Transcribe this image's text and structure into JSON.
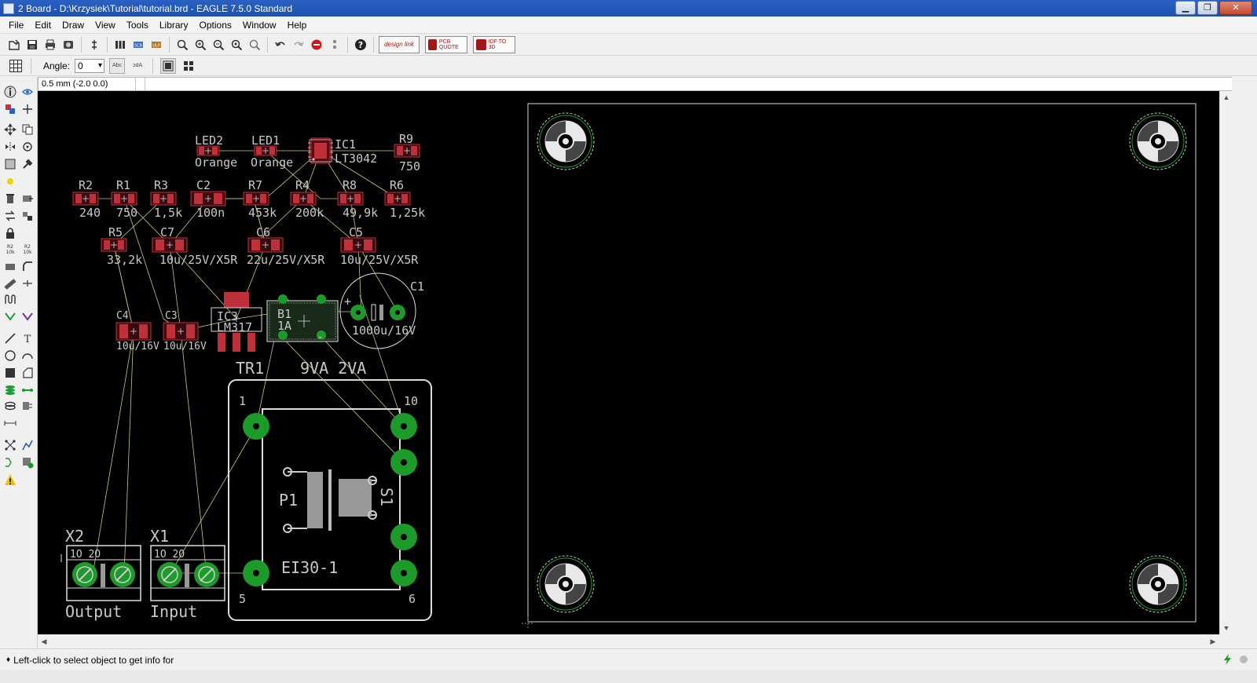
{
  "window": {
    "title": "2 Board - D:\\Krzysiek\\Tutorial\\tutorial.brd - EAGLE 7.5.0 Standard"
  },
  "menu": [
    "File",
    "Edit",
    "Draw",
    "View",
    "Tools",
    "Library",
    "Options",
    "Window",
    "Help"
  ],
  "toolbar": {
    "design_link_label": "design link",
    "pcb_quote_label": "PCB QUOTE",
    "idf_label": "IDF TO 3D"
  },
  "params": {
    "angle_label": "Angle:",
    "angle_value": "0",
    "text_btn_1": "Abc",
    "text_btn_2": "Abc"
  },
  "commandline": {
    "coord": "0.5 mm (-2.0 0.0)",
    "value": ""
  },
  "status": {
    "text": "Left-click to select object to get info for"
  },
  "board": {
    "labels": {
      "led2": "LED2",
      "led1": "LED1",
      "ic1": "IC1",
      "r9": "R9",
      "led2_val": "Orange",
      "led1_val": "Orange",
      "ic1_val": "LT3042",
      "r9_val": "750",
      "r2": "R2",
      "r1": "R1",
      "r3": "R3",
      "c2": "C2",
      "r7": "R7",
      "r4": "R4",
      "r8": "R8",
      "r6": "R6",
      "r2_val": "240",
      "r1_val": "750",
      "r3_val": "1,5k",
      "c2_val": "100n",
      "r7_val": "453k",
      "r4_val": "200k",
      "r8_val": "49,9k",
      "r6_val": "1,25k",
      "r5": "R5",
      "c7": "C7",
      "c6": "C6",
      "c5": "C5",
      "r5_val": "33,2k",
      "c7_val": "10u/25V/X5R",
      "c6_val": "22u/25V/X5R",
      "c5_val": "10u/25V/X5R",
      "c4": "C4",
      "c3": "C3",
      "c4_val": "10u/16V",
      "c3_val": "10u/16V",
      "ic3": "IC3",
      "ic3_val": "LM317",
      "b1": "B1",
      "b1_val": "1A",
      "c1": "C1",
      "c1_val": "1000u/16V",
      "tr1": "TR1",
      "tr1_val": "9VA 2VA",
      "pin1": "1",
      "pin10": "10",
      "pin5": "5",
      "pin6": "6",
      "p1": "P1",
      "s1": "S1",
      "ei30": "EI30-1",
      "x2": "X2",
      "x1": "X1",
      "x2_val": "Output",
      "x1_val": "Input",
      "term_pins": "1O 2O",
      "plus": "+",
      "minus": "-"
    }
  },
  "colors": {
    "canvas_bg": "#000000",
    "pad_red": "#c0303a",
    "pad_green": "#1c9a2a",
    "airwire": "#c8c878",
    "silkscreen": "#c8c8c8",
    "outline": "#d8d8d8",
    "title_bar": "#1f55b8"
  }
}
